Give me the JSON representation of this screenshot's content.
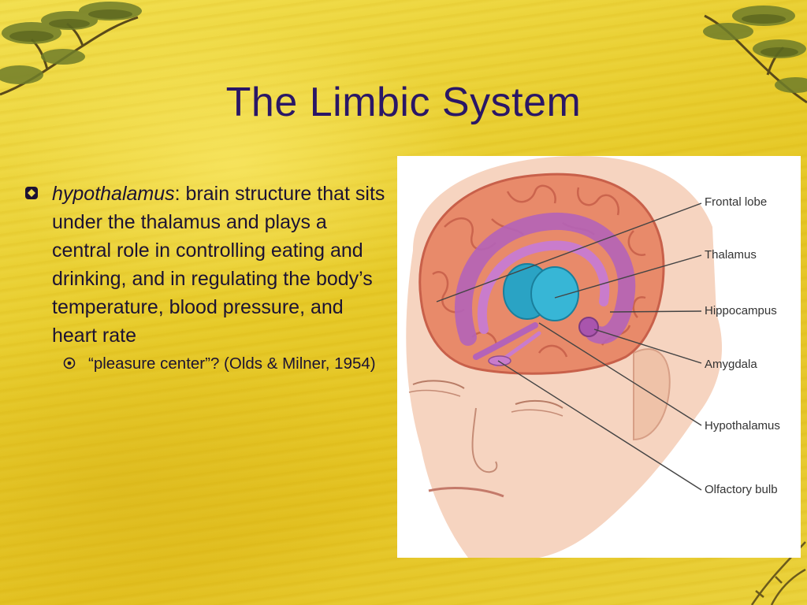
{
  "slide": {
    "title": "The Limbic System"
  },
  "bullet": {
    "term": "hypothalamus",
    "rest": ": brain structure that sits under the thalamus and plays a central role in controlling eating and drinking, and in regulating the body’s temperature, blood pressure, and heart rate"
  },
  "sub_bullet": {
    "text": "“pleasure center”? (Olds & Milner, 1954)"
  },
  "figure": {
    "labels": {
      "frontal_lobe": "Frontal lobe",
      "thalamus": "Thalamus",
      "hippocampus": "Hippocampus",
      "amygdala": "Amygdala",
      "hypothalamus": "Hypothalamus",
      "olfactory_bulb": "Olfactory bulb"
    }
  },
  "colors": {
    "background": "#e9cf2a",
    "title": "#2a1766",
    "text": "#1c1233",
    "brain": "#e88a6a",
    "limbic": "#b463b8",
    "thalamus": "#2aa3c4"
  },
  "icons": {
    "bullet": "diamond-bullet-icon",
    "sub_bullet": "circled-dot-bullet-icon"
  }
}
